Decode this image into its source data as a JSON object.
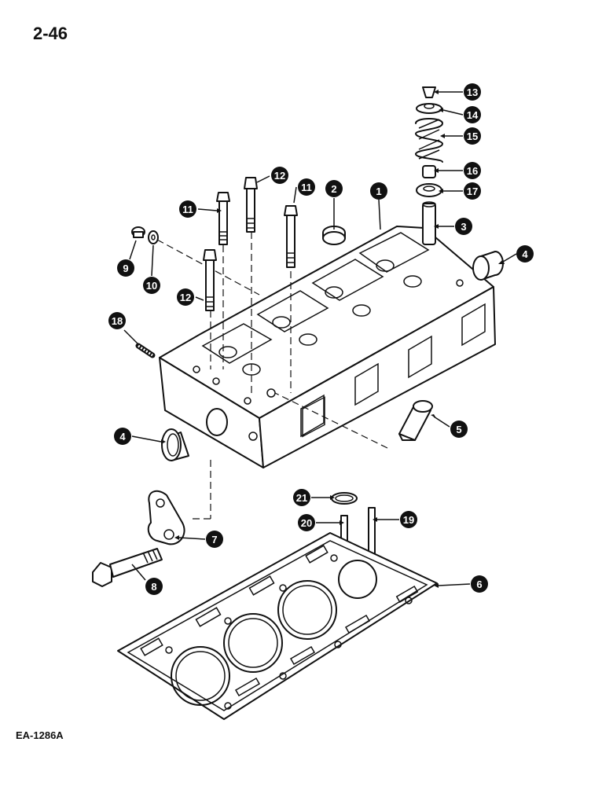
{
  "page": {
    "number": "2-46",
    "figure_code": "EA-1286A"
  },
  "callouts": [
    {
      "id": "c1",
      "label": "1"
    },
    {
      "id": "c2",
      "label": "2"
    },
    {
      "id": "c3",
      "label": "3"
    },
    {
      "id": "c4a",
      "label": "4"
    },
    {
      "id": "c4b",
      "label": "4"
    },
    {
      "id": "c5",
      "label": "5"
    },
    {
      "id": "c6",
      "label": "6"
    },
    {
      "id": "c7",
      "label": "7"
    },
    {
      "id": "c8",
      "label": "8"
    },
    {
      "id": "c9",
      "label": "9"
    },
    {
      "id": "c10",
      "label": "10"
    },
    {
      "id": "c11a",
      "label": "11"
    },
    {
      "id": "c11b",
      "label": "11"
    },
    {
      "id": "c12a",
      "label": "12"
    },
    {
      "id": "c12b",
      "label": "12"
    },
    {
      "id": "c13",
      "label": "13"
    },
    {
      "id": "c14",
      "label": "14"
    },
    {
      "id": "c15",
      "label": "15"
    },
    {
      "id": "c16",
      "label": "16"
    },
    {
      "id": "c17",
      "label": "17"
    },
    {
      "id": "c18",
      "label": "18"
    },
    {
      "id": "c19",
      "label": "19"
    },
    {
      "id": "c20",
      "label": "20"
    },
    {
      "id": "c21",
      "label": "21"
    }
  ]
}
